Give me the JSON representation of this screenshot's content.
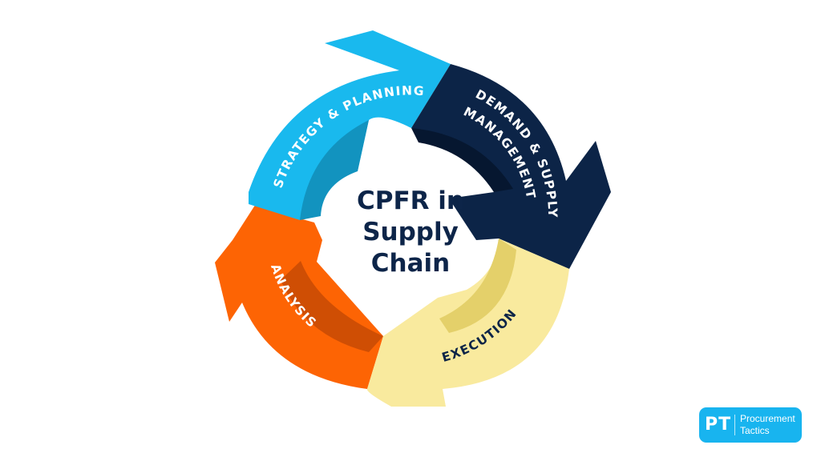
{
  "diagram": {
    "center_title_lines": [
      "CPFR in",
      "Supply",
      "Chain"
    ],
    "segments": [
      {
        "label": "STRATEGY & PLANNING",
        "color": "#19b9ee",
        "inner": "#1293bf",
        "text": "#ffffff"
      },
      {
        "label_lines": [
          "DEMAND & SUPPLY",
          "MANAGEMENT"
        ],
        "color": "#0c2447",
        "inner": "#061730",
        "text": "#ffffff"
      },
      {
        "label": "EXECUTION",
        "color": "#f9ea9e",
        "inner": "#e4d06a",
        "text": "#0c2447"
      },
      {
        "label": "ANALYSIS",
        "color": "#fd6404",
        "inner": "#cf4e04",
        "text": "#ffffff"
      }
    ]
  },
  "logo": {
    "mark": "PT",
    "name_lines": [
      "Procurement",
      "Tactics"
    ],
    "color": "#18b4ef"
  }
}
